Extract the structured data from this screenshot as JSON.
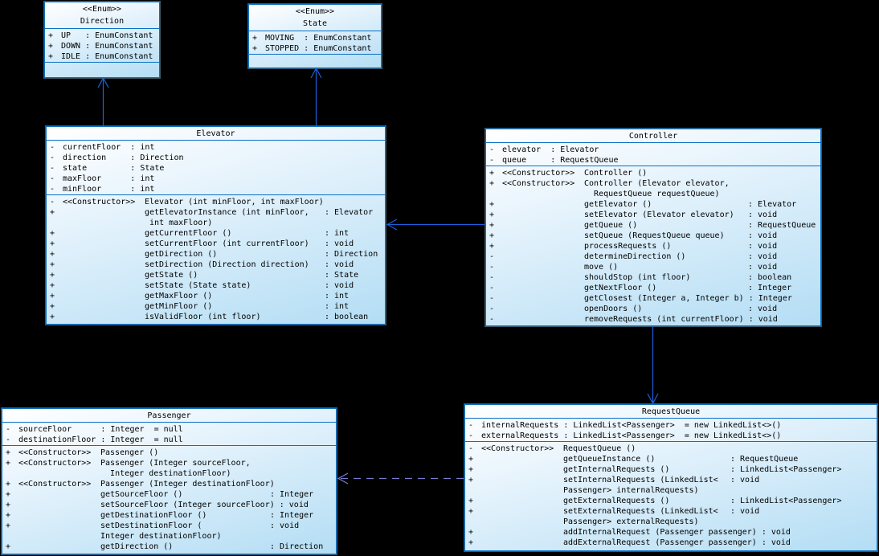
{
  "diagram": {
    "title": "Elevator system UML class diagram",
    "colors": {
      "canvas_background": "#000000",
      "box_border": "#0a70c4",
      "box_fill_top": "#ffffff",
      "box_fill_bottom": "#b3ddf4",
      "solid_arrow": "#1b61dd",
      "dashed_arrow": "#7b7cd0",
      "text": "#000000"
    }
  },
  "classes": {
    "direction": {
      "stereotype": "<<Enum>>",
      "name": "Direction",
      "attributes": [
        {
          "v": "+",
          "text": "UP   : EnumConstant"
        },
        {
          "v": "+",
          "text": "DOWN : EnumConstant"
        },
        {
          "v": "+",
          "text": "IDLE : EnumConstant"
        }
      ]
    },
    "state": {
      "stereotype": "<<Enum>>",
      "name": "State",
      "attributes": [
        {
          "v": "+",
          "text": "MOVING  : EnumConstant"
        },
        {
          "v": "+",
          "text": "STOPPED : EnumConstant"
        }
      ]
    },
    "elevator": {
      "name": "Elevator",
      "attributes": [
        {
          "v": "-",
          "text": "currentFloor  : int"
        },
        {
          "v": "-",
          "text": "direction     : Direction"
        },
        {
          "v": "-",
          "text": "state         : State"
        },
        {
          "v": "-",
          "text": "maxFloor      : int"
        },
        {
          "v": "-",
          "text": "minFloor      : int"
        }
      ],
      "methods": [
        {
          "v": "-",
          "st": "<<Constructor>>",
          "sig": "Elevator (int minFloor, int maxFloor)",
          "t": ""
        },
        {
          "v": "+",
          "st": "",
          "sig": "getElevatorInstance (int minFloor,\n int maxFloor)",
          "t": ": Elevator"
        },
        {
          "v": "+",
          "st": "",
          "sig": "getCurrentFloor ()",
          "t": ": int"
        },
        {
          "v": "+",
          "st": "",
          "sig": "setCurrentFloor (int currentFloor)",
          "t": ": void"
        },
        {
          "v": "+",
          "st": "",
          "sig": "getDirection ()",
          "t": ": Direction"
        },
        {
          "v": "+",
          "st": "",
          "sig": "setDirection (Direction direction)",
          "t": ": void"
        },
        {
          "v": "+",
          "st": "",
          "sig": "getState ()",
          "t": ": State"
        },
        {
          "v": "+",
          "st": "",
          "sig": "setState (State state)",
          "t": ": void"
        },
        {
          "v": "+",
          "st": "",
          "sig": "getMaxFloor ()",
          "t": ": int"
        },
        {
          "v": "+",
          "st": "",
          "sig": "getMinFloor ()",
          "t": ": int"
        },
        {
          "v": "+",
          "st": "",
          "sig": "isValidFloor (int floor)",
          "t": ": boolean"
        }
      ]
    },
    "controller": {
      "name": "Controller",
      "attributes": [
        {
          "v": "-",
          "text": "elevator  : Elevator"
        },
        {
          "v": "-",
          "text": "queue     : RequestQueue"
        }
      ],
      "methods": [
        {
          "v": "+",
          "st": "<<Constructor>>",
          "sig": "Controller ()",
          "t": ""
        },
        {
          "v": "+",
          "st": "<<Constructor>>",
          "sig": "Controller (Elevator elevator,\n  RequestQueue requestQueue)",
          "t": ""
        },
        {
          "v": "+",
          "st": "",
          "sig": "getElevator ()",
          "t": ": Elevator"
        },
        {
          "v": "+",
          "st": "",
          "sig": "setElevator (Elevator elevator)",
          "t": ": void"
        },
        {
          "v": "+",
          "st": "",
          "sig": "getQueue ()",
          "t": ": RequestQueue"
        },
        {
          "v": "+",
          "st": "",
          "sig": "setQueue (RequestQueue queue)",
          "t": ": void"
        },
        {
          "v": "+",
          "st": "",
          "sig": "processRequests ()",
          "t": ": void"
        },
        {
          "v": "-",
          "st": "",
          "sig": "determineDirection ()",
          "t": ": void"
        },
        {
          "v": "-",
          "st": "",
          "sig": "move ()",
          "t": ": void"
        },
        {
          "v": "-",
          "st": "",
          "sig": "shouldStop (int floor)",
          "t": ": boolean"
        },
        {
          "v": "-",
          "st": "",
          "sig": "getNextFloor ()",
          "t": ": Integer"
        },
        {
          "v": "-",
          "st": "",
          "sig": "getClosest (Integer a, Integer b)",
          "t": ": Integer"
        },
        {
          "v": "-",
          "st": "",
          "sig": "openDoors ()",
          "t": ": void"
        },
        {
          "v": "-",
          "st": "",
          "sig": "removeRequests (int currentFloor)",
          "t": ": void"
        }
      ]
    },
    "passenger": {
      "name": "Passenger",
      "attributes": [
        {
          "v": "-",
          "text": "sourceFloor      : Integer  = null"
        },
        {
          "v": "-",
          "text": "destinationFloor : Integer  = null"
        }
      ],
      "methods": [
        {
          "v": "+",
          "st": "<<Constructor>>",
          "sig": "Passenger ()",
          "t": ""
        },
        {
          "v": "+",
          "st": "<<Constructor>>",
          "sig": "Passenger (Integer sourceFloor,\n  Integer destinationFloor)",
          "t": ""
        },
        {
          "v": "+",
          "st": "<<Constructor>>",
          "sig": "Passenger (Integer destinationFloor)",
          "t": ""
        },
        {
          "v": "+",
          "st": "",
          "sig": "getSourceFloor ()",
          "t": ": Integer"
        },
        {
          "v": "+",
          "st": "",
          "sig": "setSourceFloor (Integer sourceFloor)",
          "t": ": void"
        },
        {
          "v": "+",
          "st": "",
          "sig": "getDestinationFloor ()",
          "t": ": Integer"
        },
        {
          "v": "+",
          "st": "",
          "sig": "setDestinationFloor (\nInteger destinationFloor)",
          "t": ": void"
        },
        {
          "v": "+",
          "st": "",
          "sig": "getDirection ()",
          "t": ": Direction"
        }
      ]
    },
    "requestqueue": {
      "name": "RequestQueue",
      "attributes": [
        {
          "v": "-",
          "text": "internalRequests : LinkedList<Passenger>  = new LinkedList<>()"
        },
        {
          "v": "-",
          "text": "externalRequests : LinkedList<Passenger>  = new LinkedList<>()"
        }
      ],
      "methods": [
        {
          "v": "-",
          "st": "<<Constructor>>",
          "sig": "RequestQueue ()",
          "t": ""
        },
        {
          "v": "+",
          "st": "",
          "sig": "getQueueInstance ()",
          "t": ": RequestQueue"
        },
        {
          "v": "+",
          "st": "",
          "sig": "getInternalRequests ()",
          "t": ": LinkedList<Passenger>"
        },
        {
          "v": "+",
          "st": "",
          "sig": "setInternalRequests (LinkedList<\nPassenger> internalRequests)",
          "t": ": void"
        },
        {
          "v": "+",
          "st": "",
          "sig": "getExternalRequests ()",
          "t": ": LinkedList<Passenger>"
        },
        {
          "v": "+",
          "st": "",
          "sig": "setExternalRequests (LinkedList<\nPassenger> externalRequests)",
          "t": ": void"
        },
        {
          "v": "+",
          "st": "",
          "sig": "addInternalRequest (Passenger passenger)",
          "t": ": void"
        },
        {
          "v": "+",
          "st": "",
          "sig": "addExternalRequest (Passenger passenger)",
          "t": ": void"
        }
      ]
    }
  },
  "relations": [
    {
      "from": "Elevator",
      "to": "Direction",
      "line": "solid",
      "arrowhead": "open"
    },
    {
      "from": "Elevator",
      "to": "State",
      "line": "solid",
      "arrowhead": "open"
    },
    {
      "from": "Controller",
      "to": "Elevator",
      "line": "solid",
      "arrowhead": "open"
    },
    {
      "from": "Controller",
      "to": "RequestQueue",
      "line": "solid",
      "arrowhead": "open"
    },
    {
      "from": "RequestQueue",
      "to": "Passenger",
      "line": "dashed",
      "arrowhead": "open"
    }
  ]
}
